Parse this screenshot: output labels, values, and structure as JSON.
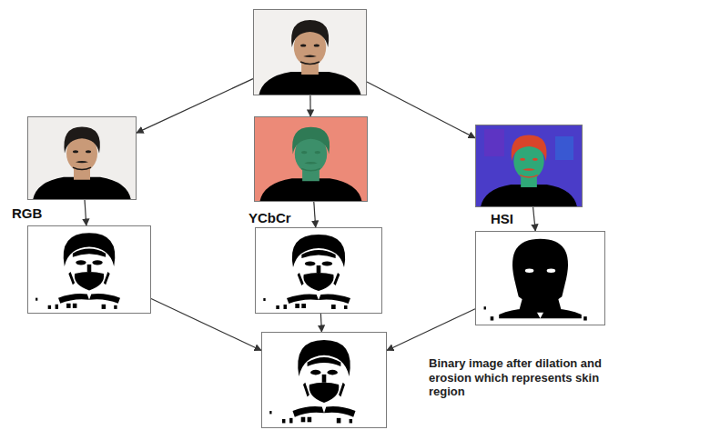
{
  "diagram": {
    "nodes": [
      {
        "text": []
      },
      {
        "text": [
          "RGB"
        ]
      },
      {
        "text": [
          "YCbCr"
        ]
      },
      {
        "text": [
          "HSI"
        ]
      },
      {
        "text": []
      },
      {
        "text": []
      },
      {
        "text": []
      },
      {
        "text": [
          "Binary image after dilation and erosion which represents skin region"
        ]
      }
    ],
    "edges": [
      {
        "from": 0,
        "to": 1,
        "arrow": "to"
      },
      {
        "from": 0,
        "to": 2,
        "arrow": "to"
      },
      {
        "from": 0,
        "to": 3,
        "arrow": "to"
      },
      {
        "from": 1,
        "to": 4,
        "arrow": "to"
      },
      {
        "from": 2,
        "to": 5,
        "arrow": "to"
      },
      {
        "from": 3,
        "to": 6,
        "arrow": "to"
      },
      {
        "from": 4,
        "to": 7,
        "arrow": "to"
      },
      {
        "from": 5,
        "to": 7,
        "arrow": "to"
      },
      {
        "from": 6,
        "to": 7,
        "arrow": "to"
      }
    ]
  }
}
